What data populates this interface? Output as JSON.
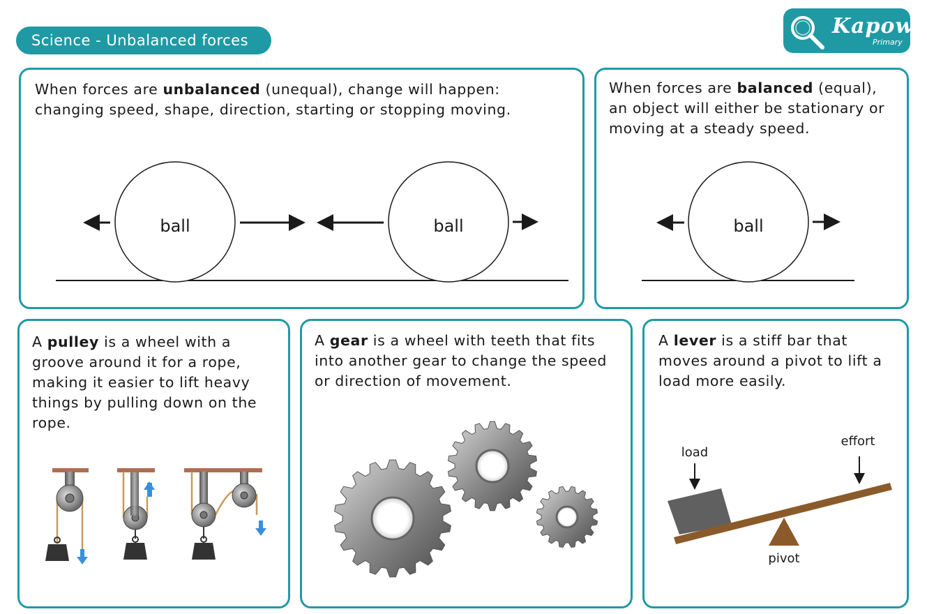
{
  "header": {
    "title": "Science - Unbalanced forces",
    "logo_text": "Kapow",
    "logo_subtext": "Primary"
  },
  "unbalanced": {
    "text_before": "When forces are ",
    "text_bold": "unbalanced",
    "text_after": " (unequal), change will happen: changing speed, shape, direction, starting or stopping moving.",
    "ball_label_1": "ball",
    "ball_label_2": "ball"
  },
  "balanced": {
    "text_before": "When forces are ",
    "text_bold": "balanced",
    "text_after": " (equal), an object will either be stationary or moving at a steady speed.",
    "ball_label": "ball"
  },
  "pulley": {
    "text_before": "A ",
    "text_bold": "pulley",
    "text_after": " is a wheel with a groove around it for a rope, making it easier to lift heavy things by pulling down on the rope."
  },
  "gear": {
    "text_before": "A ",
    "text_bold": "gear",
    "text_after": " is a wheel with teeth that fits into another gear to change the speed or direction of movement."
  },
  "lever": {
    "text_before": "A ",
    "text_bold": "lever",
    "text_after": " is a stiff bar that moves around a pivot to lift a load more easily.",
    "label_load": "load",
    "label_effort": "effort",
    "label_pivot": "pivot"
  },
  "colors": {
    "accent": "#1f9aa5",
    "lever_brown": "#8b5a2b",
    "load_grey": "#606060",
    "arrow_blue": "#3a8fd8"
  }
}
